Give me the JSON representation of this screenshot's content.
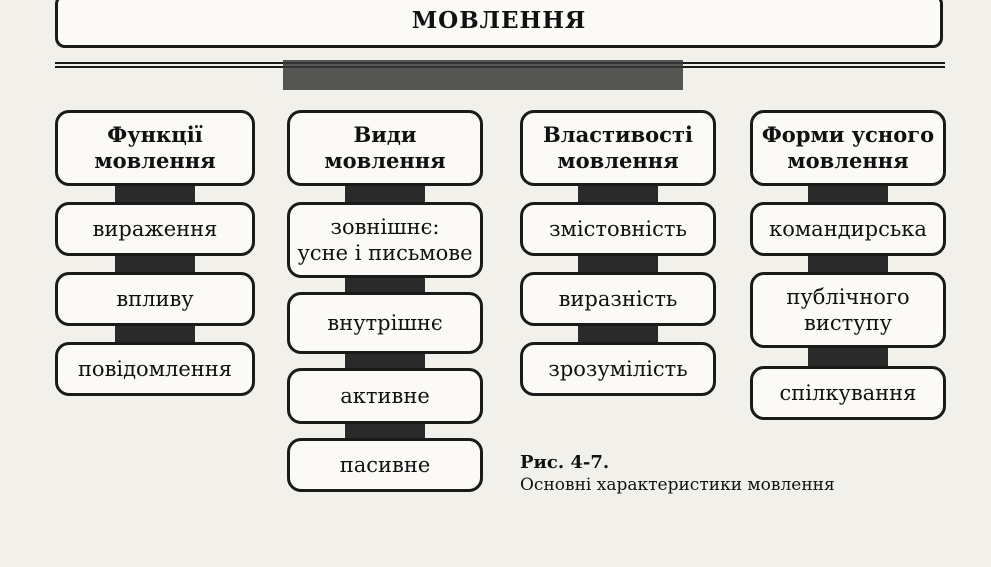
{
  "title": "МОВЛЕННЯ",
  "columns": [
    {
      "header": "Функції\nмовлення",
      "items": [
        "вираження",
        "впливу",
        "повідомлення"
      ]
    },
    {
      "header": "Види\nмовлення",
      "items": [
        "зовнішнє:\nусне і письмове",
        "внутрішнє",
        "активне",
        "пасивне"
      ]
    },
    {
      "header": "Властивості\nмовлення",
      "items": [
        "змістовність",
        "виразність",
        "зрозумілість"
      ]
    },
    {
      "header": "Форми усного\nмовлення",
      "items": [
        "командирська",
        "публічного\nвиступу",
        "спілкування"
      ]
    }
  ],
  "caption": {
    "number": "Рис. 4-7.",
    "text": "Основні характеристики мовлення"
  }
}
